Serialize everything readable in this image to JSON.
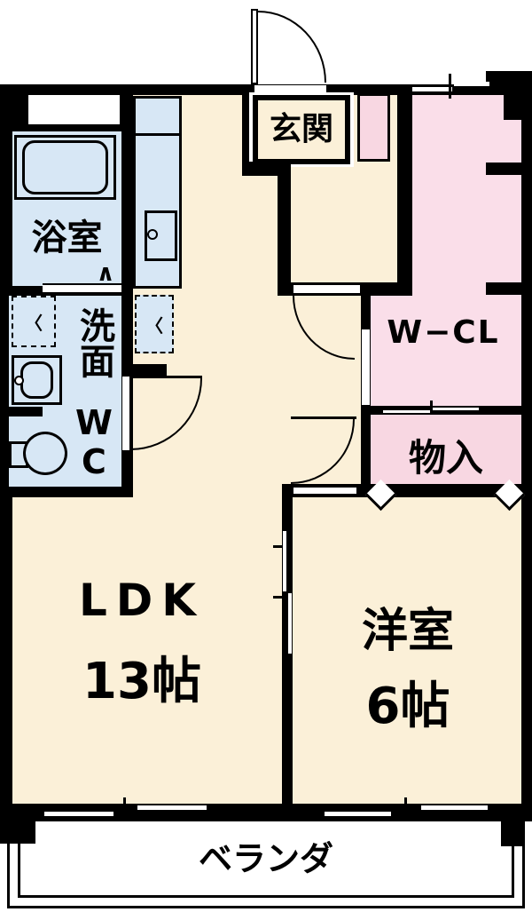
{
  "plan_type": "floorplan",
  "rooms": {
    "genkan": {
      "label": "玄関"
    },
    "bathroom": {
      "label": "浴室"
    },
    "washroom": {
      "label": "洗面"
    },
    "wc": {
      "label": "WC"
    },
    "wcl": {
      "label": "W−CL"
    },
    "storage": {
      "label": "物入"
    },
    "ldk": {
      "label": "LDK",
      "size": "13帖"
    },
    "western": {
      "label": "洋室",
      "size": "6帖"
    },
    "veranda": {
      "label": "ベランダ"
    }
  },
  "marks": {
    "appliance_space": "〈",
    "folding_door": "∧"
  },
  "colors": {
    "wall": "#000000",
    "floor_main": "#FBF0D8",
    "wet_area": "#D7E7F5",
    "closet": "#F8D7E2",
    "closet_light": "#FADEE9",
    "veranda": "#FFFFFF"
  }
}
